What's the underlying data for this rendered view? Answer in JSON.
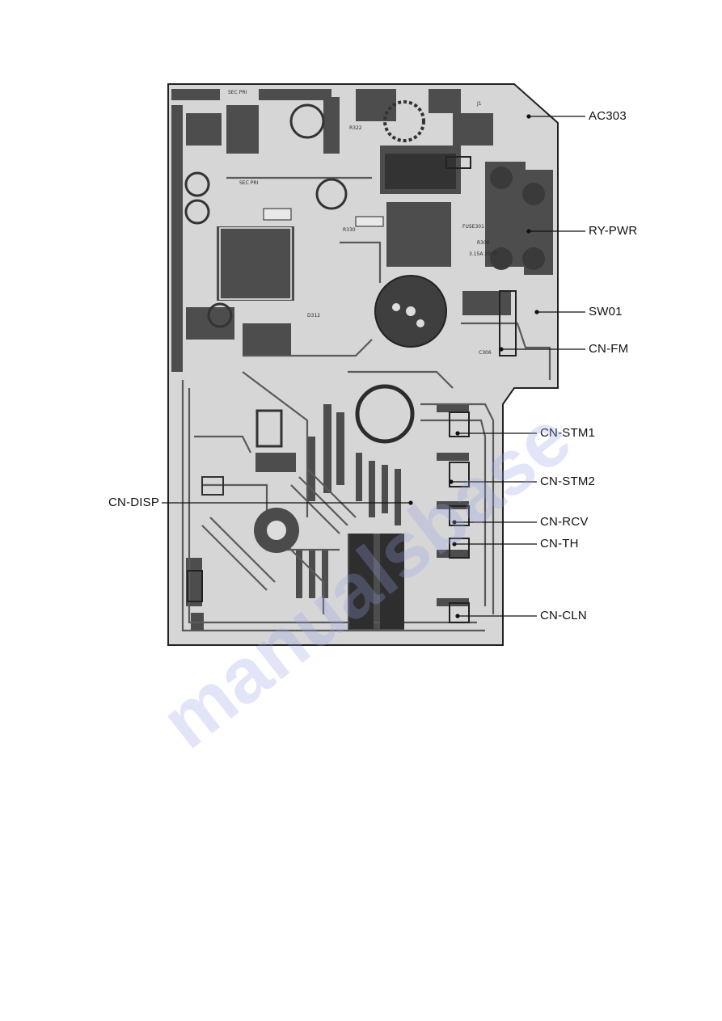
{
  "labels": {
    "ac303": "AC303",
    "ry_pwr": "RY-PWR",
    "sw01": "SW01",
    "cn_fm": "CN-FM",
    "cn_stm1": "CN-STM1",
    "cn_stm2": "CN-STM2",
    "cn_disp": "CN-DISP",
    "cn_rcv": "CN-RCV",
    "cn_th": "CN-TH",
    "cn_cln": "CN-CLN"
  },
  "board_marks": {
    "sec_pri_1": "SEC PRI",
    "sec_pri_2": "SEC PRI",
    "j1": "J1",
    "fuse": "FUSE301",
    "r322": "R322",
    "r330": "R330",
    "d312": "D312",
    "c306": "C306",
    "r306": "R306",
    "rated": "3.15A 250V"
  },
  "watermark": "manualsbase",
  "colors": {
    "copper": "#4a4a4a",
    "board": "#d9d9d9",
    "outline": "#222222",
    "watermark": "#9aa3e6"
  }
}
